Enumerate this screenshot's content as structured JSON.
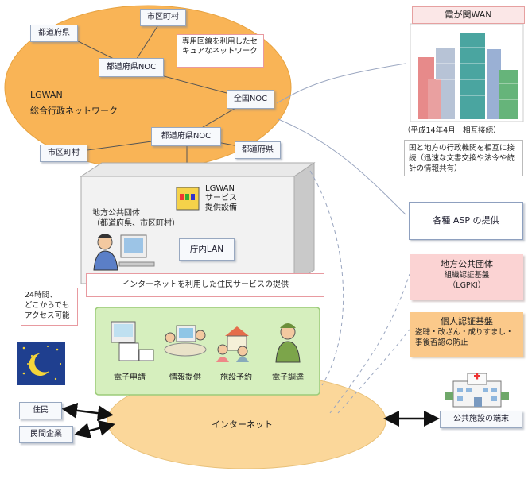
{
  "lgwan": {
    "title_en": "LGWAN",
    "title_ja": "総合行政ネットワーク",
    "secure_note": "専用回線を利用したセキュアなネットワーク",
    "nodes": {
      "pref1": "都道府県",
      "city1": "市区町村",
      "pref_noc1": "都道府県NOC",
      "national_noc": "全国NOC",
      "pref_noc2": "都道府県NOC",
      "city2": "市区町村",
      "pref2": "都道府県"
    }
  },
  "local_gov": {
    "label": "地方公共団体\n（都道府県、市区町村）",
    "equipment": "LGWAN\nサービス\n提供設備",
    "lan": "庁内LAN",
    "internet_service": "インターネットを利用した住民サービスの提供"
  },
  "services": [
    {
      "icon": "e-application-icon",
      "label": "電子申請"
    },
    {
      "icon": "information-icon",
      "label": "情報提供"
    },
    {
      "icon": "facility-reservation-icon",
      "label": "施設予約"
    },
    {
      "icon": "e-procurement-icon",
      "label": "電子調達"
    }
  ],
  "access_note": "24時間、\nどこからでも\nアクセス可能",
  "internet_label": "インターネット",
  "users": {
    "residents": "住民",
    "companies": "民間企業"
  },
  "public_facility": "公共施設の端末",
  "kasumigaseki": {
    "title": "霞が関WAN",
    "date_note": "（平成14年4月　相互接続）",
    "description": "国と地方の行政機関を相互に接続（迅速な文書交換や法令や統計の情報共有）"
  },
  "asp": "各種 ASP の提供",
  "lgpki": {
    "title": "地方公共団体",
    "subtitle": "組織認証基盤",
    "abbr": "（LGPKI）"
  },
  "personal_auth": {
    "title": "個人認証基盤",
    "description": "盗聴・改ざん・成りすまし・\n事後否認の防止"
  },
  "colors": {
    "lgwan_fill": "#f9b456",
    "internet_fill": "#fbd79a",
    "services_fill": "#d6efbe",
    "lgpki_fill": "#fbd3d3",
    "personal_fill": "#fbc98a",
    "night_fill": "#1f3f8f"
  }
}
